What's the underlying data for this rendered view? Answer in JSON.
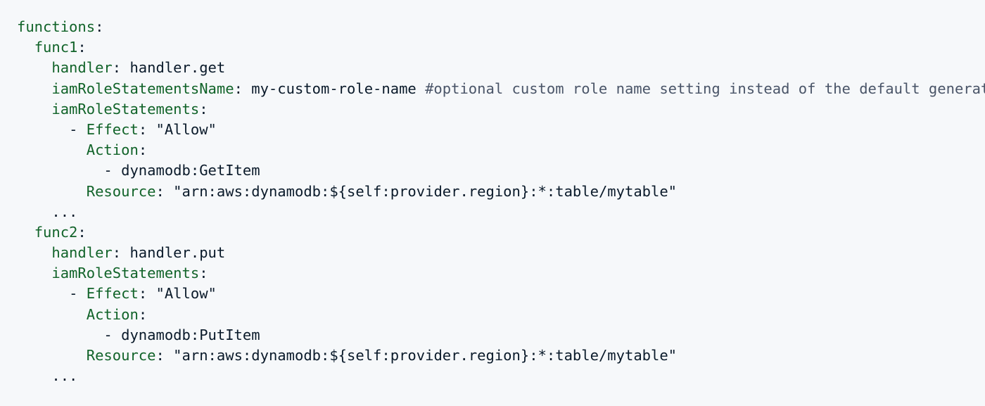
{
  "code": {
    "lines": [
      {
        "indent": "",
        "key": "functions",
        "colon": ":",
        "dash": "",
        "value": "",
        "comment": ""
      },
      {
        "indent": "  ",
        "key": "func1",
        "colon": ":",
        "dash": "",
        "value": "",
        "comment": ""
      },
      {
        "indent": "    ",
        "key": "handler",
        "colon": ":",
        "dash": "",
        "value": " handler.get",
        "comment": ""
      },
      {
        "indent": "    ",
        "key": "iamRoleStatementsName",
        "colon": ":",
        "dash": "",
        "value": " my-custom-role-name ",
        "comment": "#optional custom role name setting instead of the default generated one"
      },
      {
        "indent": "    ",
        "key": "iamRoleStatements",
        "colon": ":",
        "dash": "",
        "value": "",
        "comment": ""
      },
      {
        "indent": "      ",
        "key": "Effect",
        "colon": ":",
        "dash": "- ",
        "value": " \"Allow\"",
        "comment": ""
      },
      {
        "indent": "        ",
        "key": "Action",
        "colon": ":",
        "dash": "",
        "value": "",
        "comment": ""
      },
      {
        "indent": "          ",
        "key": "",
        "colon": "",
        "dash": "- ",
        "value": "dynamodb:GetItem",
        "comment": ""
      },
      {
        "indent": "        ",
        "key": "Resource",
        "colon": ":",
        "dash": "",
        "value": " \"arn:aws:dynamodb:${self:provider.region}:*:table/mytable\"",
        "comment": ""
      },
      {
        "indent": "    ",
        "key": "",
        "colon": "",
        "dash": "",
        "value": "...",
        "comment": ""
      },
      {
        "indent": "  ",
        "key": "func2",
        "colon": ":",
        "dash": "",
        "value": "",
        "comment": ""
      },
      {
        "indent": "    ",
        "key": "handler",
        "colon": ":",
        "dash": "",
        "value": " handler.put",
        "comment": ""
      },
      {
        "indent": "    ",
        "key": "iamRoleStatements",
        "colon": ":",
        "dash": "",
        "value": "",
        "comment": ""
      },
      {
        "indent": "      ",
        "key": "Effect",
        "colon": ":",
        "dash": "- ",
        "value": " \"Allow\"",
        "comment": ""
      },
      {
        "indent": "        ",
        "key": "Action",
        "colon": ":",
        "dash": "",
        "value": "",
        "comment": ""
      },
      {
        "indent": "          ",
        "key": "",
        "colon": "",
        "dash": "- ",
        "value": "dynamodb:PutItem",
        "comment": ""
      },
      {
        "indent": "        ",
        "key": "Resource",
        "colon": ":",
        "dash": "",
        "value": " \"arn:aws:dynamodb:${self:provider.region}:*:table/mytable\"",
        "comment": ""
      },
      {
        "indent": "    ",
        "key": "",
        "colon": "",
        "dash": "",
        "value": "...",
        "comment": ""
      }
    ]
  },
  "colors": {
    "background": "#f6f8fa",
    "key": "#116329",
    "text": "#0a1a2a",
    "comment": "#4a5568"
  }
}
